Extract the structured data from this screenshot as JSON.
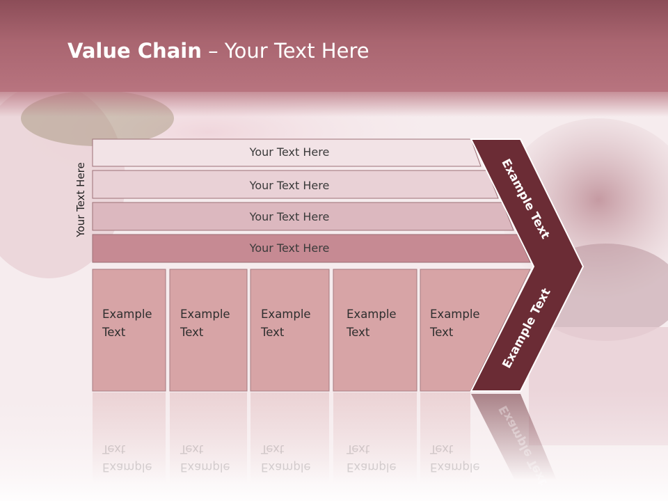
{
  "title": {
    "bold": "Value Chain",
    "rest": " – Your Text Here"
  },
  "side_label": "Your Text Here",
  "bars": [
    "Your Text Here",
    "Your Text Here",
    "Your Text Here",
    "Your Text Here"
  ],
  "columns": [
    {
      "line1": "Example",
      "line2": "Text"
    },
    {
      "line1": "Example",
      "line2": "Text"
    },
    {
      "line1": "Example",
      "line2": "Text"
    },
    {
      "line1": "Example",
      "line2": "Text"
    },
    {
      "line1": "Example",
      "line2": "Text"
    }
  ],
  "arrow_top": "Example Text",
  "arrow_bottom": "Example Text",
  "colors": {
    "header": "#a96570",
    "bar1": "#f2e3e6",
    "bar2": "#e9d1d6",
    "bar3": "#dcb8bf",
    "bar4": "#c68a93",
    "column": "#d7a4a6",
    "chevron": "#6b2c35"
  }
}
